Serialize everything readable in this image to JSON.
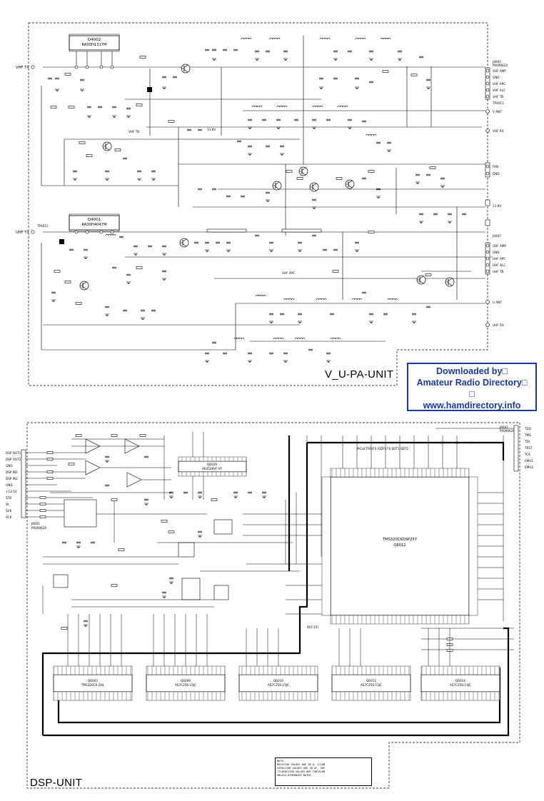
{
  "units": {
    "upa": "V_U-PA-UNIT",
    "dsp": "DSP-UNIT"
  },
  "stamp": {
    "line1": "Downloaded by□",
    "line2": "Amateur Radio Directory□",
    "line3": "□",
    "line4": "www.hamdirectory.info"
  },
  "note": {
    "line1": "NOTE:",
    "line2": "RESISTOR VALUES ARE IN Ω, 1/16W",
    "line3": "CAPACITOR VALUES ARE IN µF, 50V",
    "line4": "TTCAPACITOR VALUES ARE TANTALUM",
    "line5": "UNLESS OTHERWISE NOTED"
  },
  "upa_labels": {
    "vhf_tx": "VHF TX",
    "uhf_tx": "UHF TX",
    "q4002": "Q4002",
    "q4002_part": "RA30H1317M",
    "q4001": "Q4001",
    "q4001_part": "RA30H4047M",
    "j4003": "J4003",
    "j4003_part": "P0090624",
    "vhf_amp": "VHF AMP",
    "gnd": "GND",
    "vhf_apc": "VHF APC",
    "vhf_alc": "VHF ALC",
    "vhf_tb": "VHF TB",
    "v_ant": "V ANT",
    "vhf_rx": "VHF RX",
    "fan": "FAN",
    "fan_gnd": "GND",
    "v_13_8v": "13.8V",
    "j4007": "J4007",
    "uhf_amp": "UHF AMP",
    "uhf_apc": "UHF APC",
    "uhf_alc": "UHF ALC",
    "uhf_tb": "UHF TB",
    "u_ant": "U ANT",
    "uhf_rx": "UHF RX",
    "tp4012": "TP4012",
    "tp4011": "TP4011",
    "vhf_tb_line": "VHF TB",
    "uhf_apc_line": "UHF APC",
    "v13_8_line": "13.8V"
  },
  "dsp_labels": {
    "j6001": "J6001",
    "j6001_part": "P0090620",
    "dsp_out1": "DSP OUT1",
    "dsp_out2": "DSP OUT2",
    "gnd1": "GND",
    "dsp_in1": "DSP IN1",
    "dsp_in2": "DSP IN2",
    "gnd2": "GND",
    "v13_5v": "+13.5V",
    "stb": "STB",
    "di": "DI",
    "sck": "SCK",
    "ack": "ACK",
    "j6002": "J6002",
    "j6002_part": "P0090620",
    "tdo": "TDO",
    "tms": "TMS",
    "tdi": "TDI",
    "trst": "TRST",
    "tck": "TCK",
    "emu1": "EMU1",
    "emu2": "EMU2",
    "q6012": "Q6012",
    "q6012_part": "TMS320C6DSP257",
    "q6029": "Q6029",
    "q6029_part": "AK4528VF-VF",
    "mem1": "Q6003",
    "mem1_part": "TMS320C6-ZHL",
    "mem2": "Q6009",
    "mem2_part": "AS7C256-15JC",
    "mem3": "Q6010",
    "mem3_part": "AS7C256-15JC",
    "mem4": "Q6011",
    "mem4_part": "AS7C256-15JC",
    "mem5": "Q6014",
    "mem5_part": "AS7C256-15JC",
    "mcl_line": "MCLK FSR/FS /SDFS FS SDT1 SDT2",
    "a_bus": "D[0:15]"
  }
}
